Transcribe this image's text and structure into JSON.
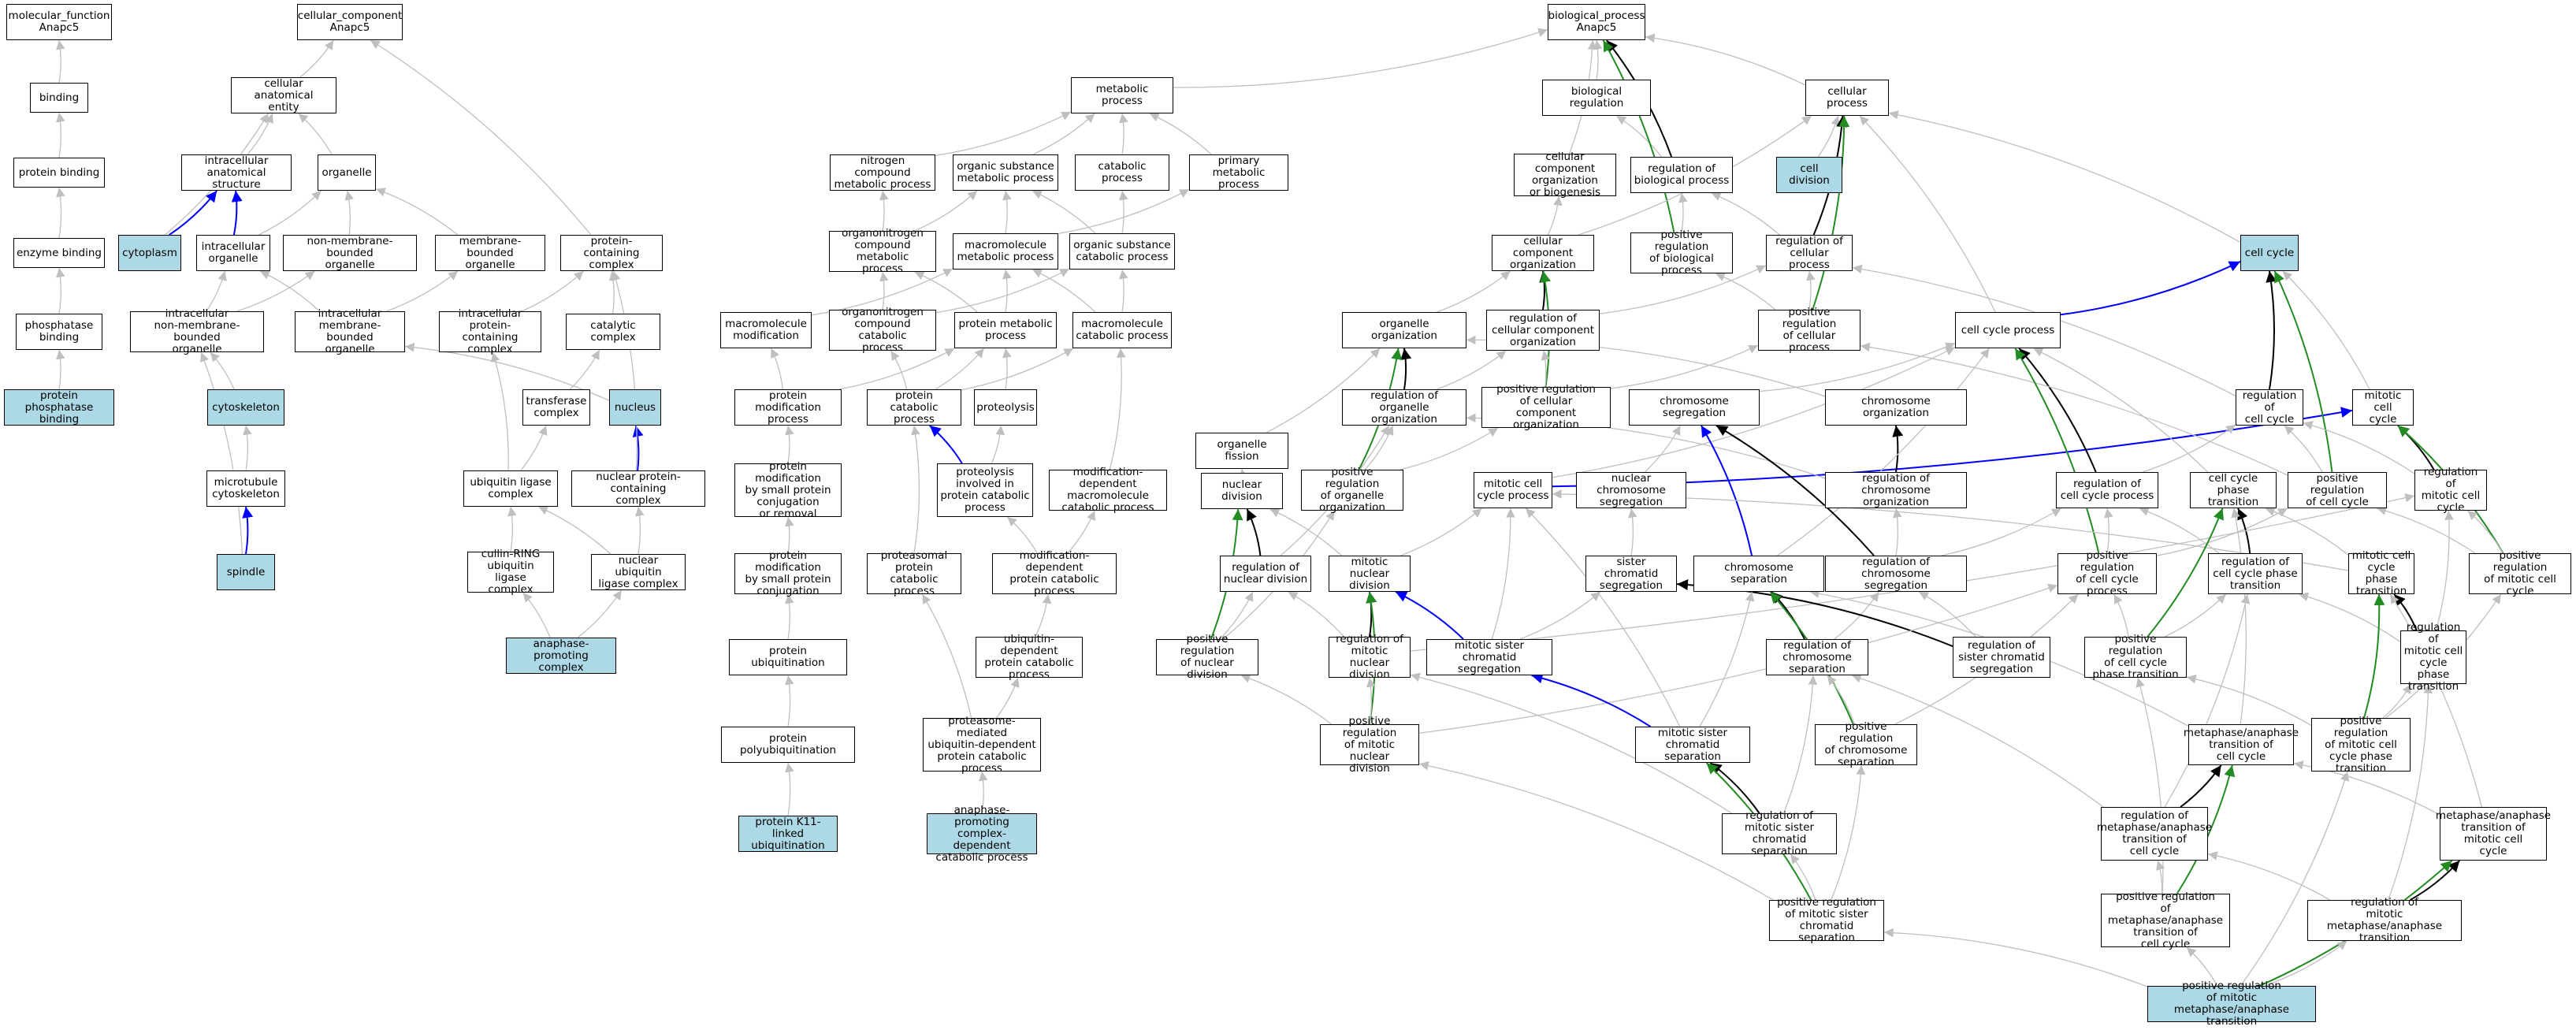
{
  "nodes": {
    "mf_root": "molecular_function\nAnapc5",
    "binding": "binding",
    "protein_binding": "protein binding",
    "enzyme_binding": "enzyme binding",
    "phosphatase_binding": "phosphatase\nbinding",
    "protein_phosphatase_binding": "protein phosphatase\nbinding",
    "cc_root": "cellular_component\nAnapc5",
    "cellular_anatomical_entity": "cellular anatomical\nentity",
    "intracellular_anatomical_structure": "intracellular\nanatomical structure",
    "organelle": "organelle",
    "cytoplasm": "cytoplasm",
    "intracellular_organelle": "intracellular\norganelle",
    "non_membrane_bounded_organelle": "non-membrane-bounded\norganelle",
    "membrane_bounded_organelle": "membrane-bounded\norganelle",
    "protein_containing_complex": "protein-containing\ncomplex",
    "intracellular_non_membrane_bounded_organelle": "intracellular\nnon-membrane-bounded\norganelle",
    "intracellular_membrane_bounded_organelle": "intracellular\nmembrane-bounded\norganelle",
    "intracellular_protein_containing_complex": "intracellular\nprotein-containing\ncomplex",
    "catalytic_complex": "catalytic complex",
    "cytoskeleton": "cytoskeleton",
    "transferase_complex": "transferase\ncomplex",
    "nucleus": "nucleus",
    "microtubule_cytoskeleton": "microtubule\ncytoskeleton",
    "ubiquitin_ligase_complex": "ubiquitin ligase\ncomplex",
    "nuclear_protein_containing_complex": "nuclear protein-containing\ncomplex",
    "spindle": "spindle",
    "cullin_ring": "cullin-RING\nubiquitin ligase\ncomplex",
    "nuclear_ubiquitin_ligase_complex": "nuclear ubiquitin\nligase complex",
    "anaphase_promoting_complex": "anaphase-promoting\ncomplex",
    "metabolic_process": "metabolic process",
    "nitrogen_compound_metabolic_process": "nitrogen compound\nmetabolic process",
    "organic_substance_metabolic_process": "organic substance\nmetabolic process",
    "catabolic_process": "catabolic process",
    "primary_metabolic_process": "primary metabolic\nprocess",
    "organonitrogen_compound_metabolic_process": "organonitrogen\ncompound metabolic\nprocess",
    "macromolecule_metabolic_process": "macromolecule\nmetabolic process",
    "organic_substance_catabolic_process": "organic substance\ncatabolic process",
    "macromolecule_modification": "macromolecule\nmodification",
    "organonitrogen_compound_catabolic_process": "organonitrogen\ncompound catabolic\nprocess",
    "protein_metabolic_process": "protein metabolic\nprocess",
    "macromolecule_catabolic_process": "macromolecule\ncatabolic process",
    "protein_modification_process": "protein modification\nprocess",
    "protein_catabolic_process": "protein catabolic\nprocess",
    "proteolysis": "proteolysis",
    "protein_modification_small_protein_removal": "protein modification\nby small protein\nconjugation\nor removal",
    "proteolysis_in_protein_catabolic_process": "proteolysis\ninvolved in\nprotein catabolic\nprocess",
    "modification_dependent_macromolecule_catabolic_process": "modification-dependent\nmacromolecule\ncatabolic process",
    "protein_modification_small_protein_conjugation": "protein modification\nby small protein\nconjugation",
    "proteasomal_protein_catabolic_process": "proteasomal\nprotein catabolic\nprocess",
    "modification_dependent_protein_catabolic_process": "modification-dependent\nprotein catabolic\nprocess",
    "protein_ubiquitination": "protein ubiquitination",
    "ubiquitin_dependent_protein_catabolic_process": "ubiquitin-dependent\nprotein catabolic\nprocess",
    "protein_polyubiquitination": "protein polyubiquitination",
    "proteasome_mediated": "proteasome-mediated\nubiquitin-dependent\nprotein catabolic\nprocess",
    "protein_k11_linked_ubiquitination": "protein K11-linked\nubiquitination",
    "apc_dependent_catabolic_process": "anaphase-promoting\ncomplex-dependent\ncatabolic process",
    "bp_root": "biological_process\nAnapc5",
    "biological_regulation": "biological regulation",
    "cellular_process": "cellular process",
    "cellular_component_organization_or_biogenesis": "cellular component\norganization\nor biogenesis",
    "regulation_of_biological_process": "regulation of\nbiological process",
    "cell_division": "cell division",
    "cellular_component_organization": "cellular component\norganization",
    "positive_regulation_of_biological_process": "positive regulation\nof biological\nprocess",
    "regulation_of_cellular_process": "regulation of\ncellular process",
    "cell_cycle": "cell cycle",
    "organelle_organization": "organelle organization",
    "regulation_of_cellular_component_organization": "regulation of\ncellular component\norganization",
    "positive_regulation_of_cellular_process": "positive regulation\nof cellular\nprocess",
    "cell_cycle_process": "cell cycle process",
    "regulation_of_organelle_organization": "regulation of\norganelle organization",
    "positive_regulation_of_cellular_component_organization": "positive regulation\nof cellular\ncomponent organization",
    "chromosome_segregation": "chromosome segregation",
    "chromosome_organization": "chromosome organization",
    "regulation_of_cell_cycle": "regulation of\ncell cycle",
    "mitotic_cell_cycle": "mitotic cell\ncycle",
    "organelle_fission": "organelle fission",
    "nuclear_division": "nuclear division",
    "positive_regulation_of_organelle_organization": "positive regulation\nof organelle\norganization",
    "mitotic_cell_cycle_process": "mitotic cell\ncycle process",
    "nuclear_chromosome_segregation": "nuclear chromosome\nsegregation",
    "regulation_of_chromosome_organization": "regulation of\nchromosome organization",
    "regulation_of_cell_cycle_process": "regulation of\ncell cycle process",
    "cell_cycle_phase_transition": "cell cycle phase\ntransition",
    "positive_regulation_of_cell_cycle": "positive regulation\nof cell cycle",
    "regulation_of_mitotic_cell_cycle": "regulation of\nmitotic cell\ncycle",
    "regulation_of_nuclear_division": "regulation of\nnuclear division",
    "mitotic_nuclear_division": "mitotic nuclear\ndivision",
    "sister_chromatid_segregation": "sister chromatid\nsegregation",
    "chromosome_separation": "chromosome separation",
    "regulation_of_chromosome_segregation": "regulation of\nchromosome segregation",
    "positive_regulation_of_cell_cycle_process": "positive regulation\nof cell cycle\nprocess",
    "regulation_of_cell_cycle_phase_transition": "regulation of\ncell cycle phase\ntransition",
    "mitotic_cell_cycle_phase_transition": "mitotic cell\ncycle phase\ntransition",
    "positive_regulation_of_mitotic_cell_cycle": "positive regulation\nof mitotic cell\ncycle",
    "positive_regulation_of_nuclear_division": "positive regulation\nof nuclear division",
    "regulation_of_mitotic_nuclear_division": "regulation of\nmitotic nuclear\ndivision",
    "mitotic_sister_chromatid_segregation": "mitotic sister\nchromatid segregation",
    "regulation_of_chromosome_separation": "regulation of\nchromosome separation",
    "regulation_of_sister_chromatid_segregation": "regulation of\nsister chromatid\nsegregation",
    "positive_regulation_of_cell_cycle_phase_transition": "positive regulation\nof cell cycle\nphase transition",
    "regulation_of_mitotic_cell_cycle_phase_transition": "regulation of\nmitotic cell\ncycle phase\ntransition",
    "positive_regulation_of_mitotic_nuclear_division": "positive regulation\nof mitotic nuclear\ndivision",
    "mitotic_sister_chromatid_separation": "mitotic sister\nchromatid separation",
    "positive_regulation_of_chromosome_separation": "positive regulation\nof chromosome\nseparation",
    "metaphase_anaphase_transition_of_cell_cycle": "metaphase/anaphase\ntransition of\ncell cycle",
    "positive_regulation_of_mitotic_cell_cycle_phase_transition": "positive regulation\nof mitotic cell\ncycle phase\ntransition",
    "regulation_of_mitotic_sister_chromatid_separation": "regulation of\nmitotic sister\nchromatid separation",
    "regulation_of_metaphase_anaphase_transition_of_cell_cycle": "regulation of\nmetaphase/anaphase\ntransition of\ncell cycle",
    "metaphase_anaphase_transition_of_mitotic_cell_cycle": "metaphase/anaphase\ntransition of\nmitotic cell\ncycle",
    "positive_regulation_of_mitotic_sister_chromatid_separation": "positive regulation\nof mitotic sister\nchromatid separation",
    "positive_regulation_of_metaphase_anaphase_transition_of_cell_cycle": "positive regulation\nof metaphase/anaphase\ntransition of\ncell cycle",
    "regulation_of_mitotic_metaphase_anaphase_transition": "regulation of\nmitotic metaphase/anaphase\ntransition",
    "positive_regulation_of_mitotic_metaphase_anaphase_transition": "positive regulation\nof mitotic metaphase/anaphase\ntransition"
  },
  "highlighted_nodes": [
    "protein_phosphatase_binding",
    "cytoplasm",
    "cytoskeleton",
    "nucleus",
    "spindle",
    "anaphase_promoting_complex",
    "protein_k11_linked_ubiquitination",
    "apc_dependent_catabolic_process",
    "cell_division",
    "cell_cycle",
    "positive_regulation_of_mitotic_metaphase_anaphase_transition"
  ],
  "colors": {
    "is_a_edge": "#bfbfbf",
    "regulates_edge": "#000000",
    "part_of_edge": "#0000ff",
    "positively_regulates_edge": "#228b22",
    "highlight_fill": "#add8e6",
    "node_border": "#000000"
  }
}
